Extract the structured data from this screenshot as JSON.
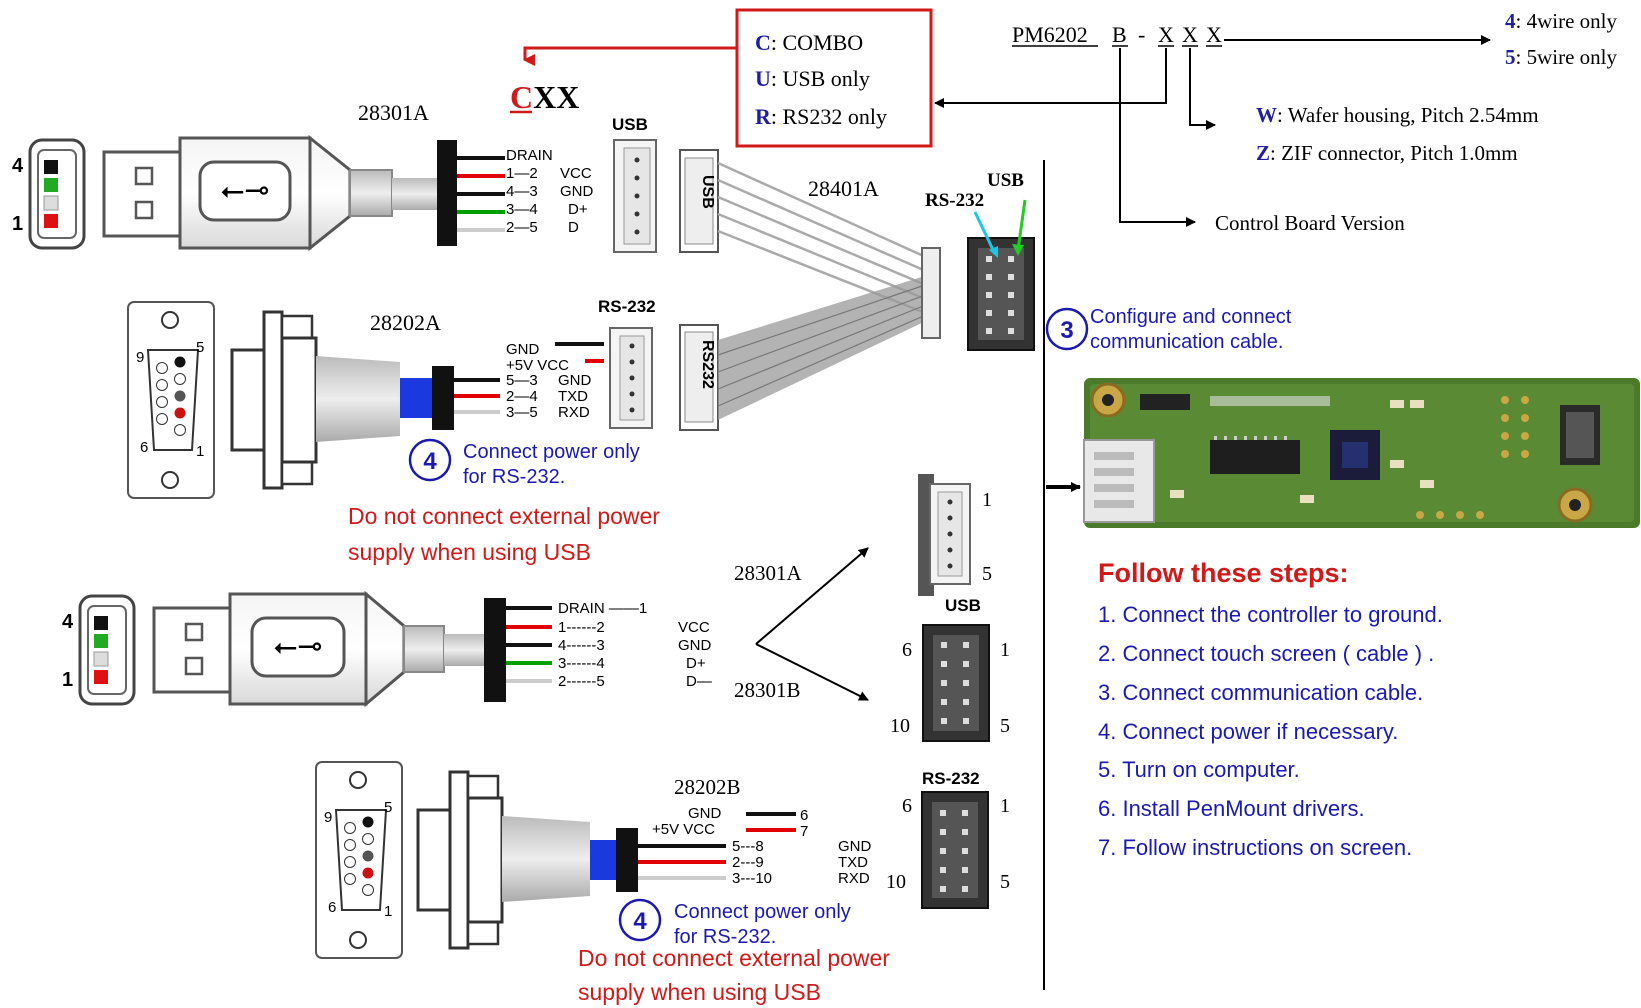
{
  "part_number": {
    "base": "PM6202",
    "b": "B",
    "dash": "-",
    "x1": "X",
    "x2": "X",
    "x3": "X"
  },
  "wire_options": [
    {
      "key": "4",
      "text": ": 4wire only"
    },
    {
      "key": "5",
      "text": ": 5wire only"
    }
  ],
  "housing_options": [
    {
      "key": "W",
      "text": ": Wafer housing, Pitch 2.54mm"
    },
    {
      "key": "Z",
      "text": ": ZIF connector, Pitch 1.0mm"
    }
  ],
  "control_board": "Control Board Version",
  "interface_options": [
    {
      "key": "C",
      "text": ": COMBO"
    },
    {
      "key": "U",
      "text": ": USB only"
    },
    {
      "key": "R",
      "text": ": RS232 only"
    }
  ],
  "cxx": {
    "c": "C",
    "xx": "XX"
  },
  "usb_top": {
    "part": "28301A",
    "pin4": "4",
    "pin1": "1",
    "wires": [
      {
        "pins": "DRAIN",
        "signal": ""
      },
      {
        "pins": "1—2",
        "signal": "VCC"
      },
      {
        "pins": "4—3",
        "signal": "GND"
      },
      {
        "pins": "3—4",
        "signal": "D+"
      },
      {
        "pins": "2—5",
        "signal": "D"
      }
    ],
    "connector_label": "USB"
  },
  "rs232_top": {
    "part": "28202A",
    "pin9": "9",
    "pin5": "5",
    "pin6": "6",
    "pin1": "1",
    "wires": [
      {
        "pins": "",
        "signal": "GND"
      },
      {
        "pins": "",
        "signal": "+5V VCC"
      },
      {
        "pins": "5—3",
        "signal": "GND"
      },
      {
        "pins": "2—4",
        "signal": "TXD"
      },
      {
        "pins": "3—5",
        "signal": "RXD"
      }
    ],
    "connector_label": "RS-232"
  },
  "ribbon": {
    "part": "28401A",
    "usb_label": "USB",
    "rs232_label": "RS-232",
    "vert_usb": "USB",
    "vert_rs232": "RS232"
  },
  "step3_note": {
    "num": "3",
    "line1": "Configure and connect",
    "line2": "communication cable."
  },
  "step4_note_top": {
    "num": "4",
    "line1": "Connect power only",
    "line2": "for RS-232."
  },
  "warning_top": {
    "line1": "Do not connect external power",
    "line2": "supply when using USB"
  },
  "usb_bottom": {
    "pin4": "4",
    "pin1": "1",
    "wires": [
      {
        "pins": "DRAIN ——1",
        "signal": ""
      },
      {
        "pins": "1------2",
        "signal": "VCC"
      },
      {
        "pins": "4------3",
        "signal": "GND"
      },
      {
        "pins": "3------4",
        "signal": "D+"
      },
      {
        "pins": "2------5",
        "signal": "D—"
      }
    ],
    "part_a": "28301A",
    "part_b": "28301B",
    "conn5_top": "1",
    "conn5_bottom": "5",
    "conn10_label": "USB",
    "conn10_tl": "6",
    "conn10_tr": "1",
    "conn10_bl": "10",
    "conn10_br": "5"
  },
  "rs232_bottom": {
    "part": "28202B",
    "pin9": "9",
    "pin5": "5",
    "pin6": "6",
    "pin1": "1",
    "wires": [
      {
        "left": "GND",
        "pins": "6",
        "signal": ""
      },
      {
        "left": "+5V VCC",
        "pins": "7",
        "signal": ""
      },
      {
        "left": "",
        "pins": "5---8",
        "signal": "GND"
      },
      {
        "left": "",
        "pins": "2---9",
        "signal": "TXD"
      },
      {
        "left": "",
        "pins": "3---10",
        "signal": "RXD"
      }
    ],
    "conn_label": "RS-232",
    "conn_tl": "6",
    "conn_tr": "1",
    "conn_bl": "10",
    "conn_br": "5"
  },
  "step4_note_bottom": {
    "num": "4",
    "line1": "Connect power only",
    "line2": "for RS-232."
  },
  "warning_bottom": {
    "line1": "Do not connect external power",
    "line2": "supply when using USB"
  },
  "steps": {
    "title": "Follow these steps:",
    "items": [
      "1. Connect the controller to ground.",
      "2. Connect touch screen ( cable ) .",
      "3. Connect communication cable.",
      "4. Connect power if necessary.",
      "5. Turn on computer.",
      "6. Install PenMount drivers.",
      "7. Follow instructions on screen."
    ]
  },
  "colors": {
    "red": "#d01a1a",
    "blue": "#1a1ab0",
    "wire_red": "#e00000",
    "wire_green": "#00a000",
    "pcb_green": "#4a7a2a"
  }
}
